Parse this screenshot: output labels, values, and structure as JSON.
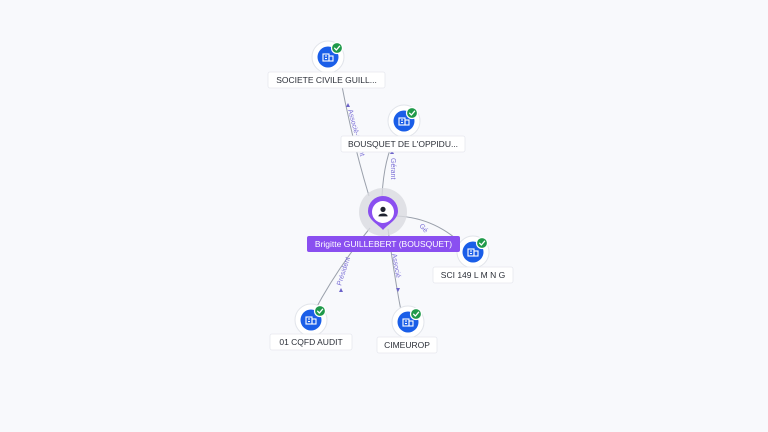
{
  "center": {
    "name": "Brigitte GUILLEBERT (BOUSQUET)",
    "icon": "person-icon"
  },
  "companies": [
    {
      "id": "societe-civile",
      "name": "SOCIETE CIVILE GUILL...",
      "icon": "building-icon",
      "status": "verified"
    },
    {
      "id": "bousquet",
      "name": "BOUSQUET DE L'OPPIDU...",
      "icon": "building-icon",
      "status": "verified"
    },
    {
      "id": "sci149",
      "name": "SCI 149 L M N G",
      "icon": "building-icon",
      "status": "verified"
    },
    {
      "id": "cqfd",
      "name": "01 CQFD AUDIT",
      "icon": "building-icon",
      "status": "verified"
    },
    {
      "id": "cimeurop",
      "name": "CIMEUROP",
      "icon": "building-icon",
      "status": "verified"
    }
  ],
  "relations": [
    {
      "to": "societe-civile",
      "label": "Associé-Gérant"
    },
    {
      "to": "bousquet",
      "label": "Gérant"
    },
    {
      "to": "sci149",
      "label": "Gé"
    },
    {
      "to": "cqfd",
      "label": "Président"
    },
    {
      "to": "cimeurop",
      "label": "Associé"
    }
  ],
  "colors": {
    "accent": "#8a4ff0",
    "node": "#1a5ee8",
    "verified": "#1f9a4a",
    "edge_label": "#7b6fd6"
  }
}
